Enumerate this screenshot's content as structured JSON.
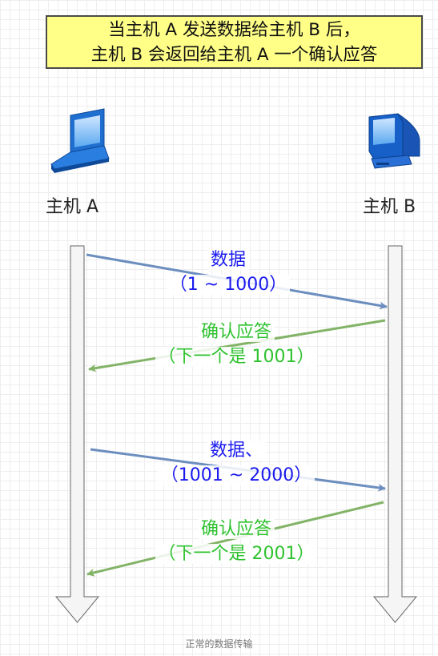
{
  "title": {
    "line1": "当主机 A 发送数据给主机 B 后，",
    "line2": "主机 B 会返回给主机 A 一个确认应答"
  },
  "hosts": {
    "a": {
      "label": "主机 A",
      "icon": "laptop-icon"
    },
    "b": {
      "label": "主机 B",
      "icon": "desktop-computer-icon"
    }
  },
  "messages": {
    "data1": {
      "line1": "数据",
      "line2": "（1 ~ 1000）"
    },
    "ack1": {
      "line1": "确认应答",
      "line2": "（下一个是 1001）"
    },
    "data2": {
      "line1": "数据、",
      "line2": "（1001 ~ 2000）"
    },
    "ack2": {
      "line1": "确认应答",
      "line2": "（下一个是 2001）"
    }
  },
  "caption": "正常的数据传输",
  "colors": {
    "title_bg": "#ffff88",
    "data_text": "#1a1aee",
    "data_arrow": "#6c8ebf",
    "ack_text": "#2ec22e",
    "ack_arrow": "#82b366",
    "timeline": "#f5f5f5"
  }
}
